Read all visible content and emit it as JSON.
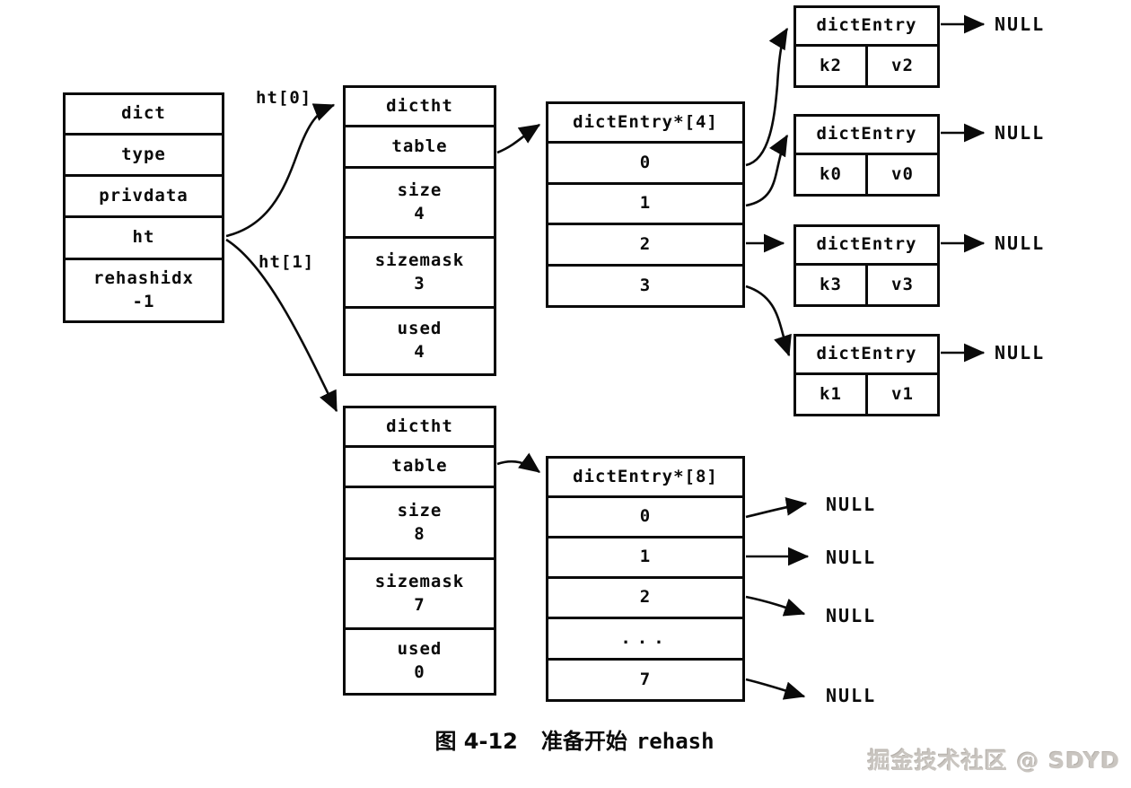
{
  "caption": {
    "figure_no": "图 4-12",
    "text": "准备开始",
    "code": "rehash"
  },
  "watermark": "掘金技术社区 @ SDYD",
  "dict_box": {
    "rows": [
      {
        "label": "dict"
      },
      {
        "label": "type"
      },
      {
        "label": "privdata"
      },
      {
        "label": "ht"
      },
      {
        "label": "rehashidx",
        "value": "-1"
      }
    ]
  },
  "pointer_labels": {
    "ht0": "ht[0]",
    "ht1": "ht[1]"
  },
  "hash_tables": [
    {
      "title": "dictht",
      "fields": [
        {
          "label": "table"
        },
        {
          "label": "size",
          "value": "4"
        },
        {
          "label": "sizemask",
          "value": "3"
        },
        {
          "label": "used",
          "value": "4"
        }
      ]
    },
    {
      "title": "dictht",
      "fields": [
        {
          "label": "table"
        },
        {
          "label": "size",
          "value": "8"
        },
        {
          "label": "sizemask",
          "value": "7"
        },
        {
          "label": "used",
          "value": "0"
        }
      ]
    }
  ],
  "bucket_arrays": [
    {
      "title": "dictEntry*[4]",
      "slots": [
        "0",
        "1",
        "2",
        "3"
      ]
    },
    {
      "title": "dictEntry*[8]",
      "slots": [
        "0",
        "1",
        "2",
        "...",
        "7"
      ]
    }
  ],
  "entries": [
    {
      "title": "dictEntry",
      "key": "k2",
      "value": "v2",
      "next": "NULL"
    },
    {
      "title": "dictEntry",
      "key": "k0",
      "value": "v0",
      "next": "NULL"
    },
    {
      "title": "dictEntry",
      "key": "k3",
      "value": "v3",
      "next": "NULL"
    },
    {
      "title": "dictEntry",
      "key": "k1",
      "value": "v1",
      "next": "NULL"
    }
  ],
  "null_pointers": [
    "NULL",
    "NULL",
    "NULL",
    "NULL"
  ]
}
